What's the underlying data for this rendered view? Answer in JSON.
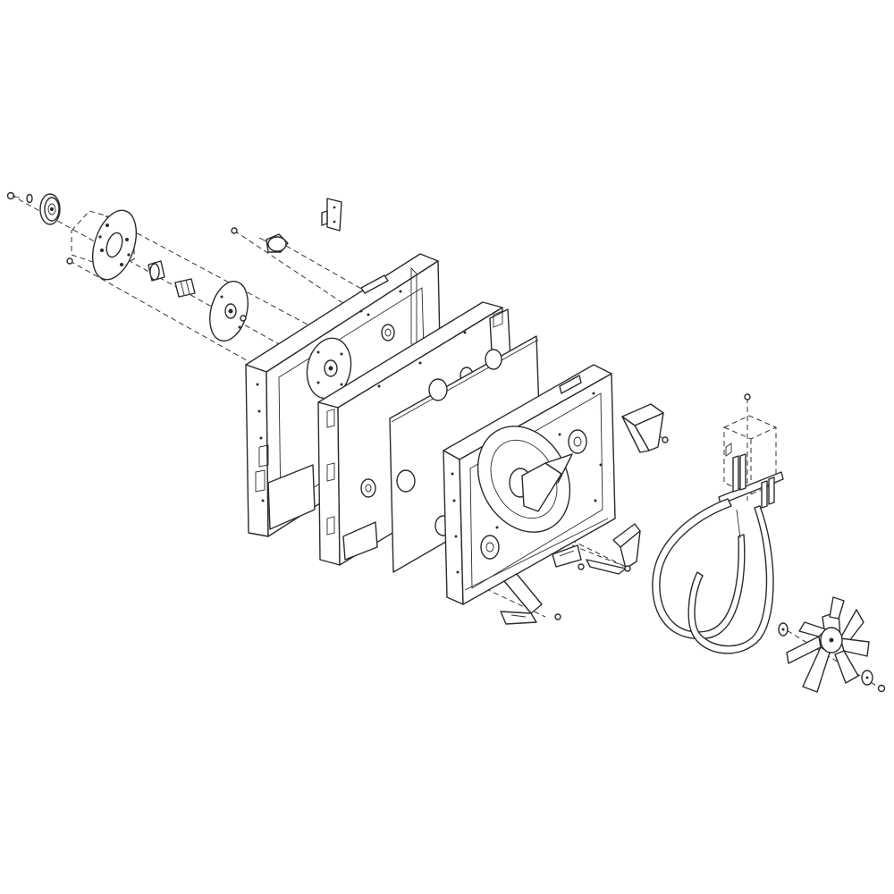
{
  "diagram": {
    "parts": [
      {
        "id": "screw-top-left"
      },
      {
        "id": "washer-top-left"
      },
      {
        "id": "pulley"
      },
      {
        "id": "mounting-plate"
      },
      {
        "id": "bushing"
      },
      {
        "id": "shaft"
      },
      {
        "id": "rear-disc"
      },
      {
        "id": "thermostat"
      },
      {
        "id": "small-bracket"
      },
      {
        "id": "rear-housing-panel"
      },
      {
        "id": "middle-panel"
      },
      {
        "id": "insulation-panel"
      },
      {
        "id": "front-panel"
      },
      {
        "id": "fan-shroud"
      },
      {
        "id": "mounting-clip-upper-right"
      },
      {
        "id": "mounting-clip-lower-right"
      },
      {
        "id": "mounting-clip-bottom"
      },
      {
        "id": "heating-element"
      },
      {
        "id": "terminal-cover"
      },
      {
        "id": "fan-blade"
      },
      {
        "id": "fan-washer"
      },
      {
        "id": "fan-nut"
      }
    ]
  },
  "colors": {
    "line": "#2b2b2b",
    "background": "#ffffff"
  }
}
